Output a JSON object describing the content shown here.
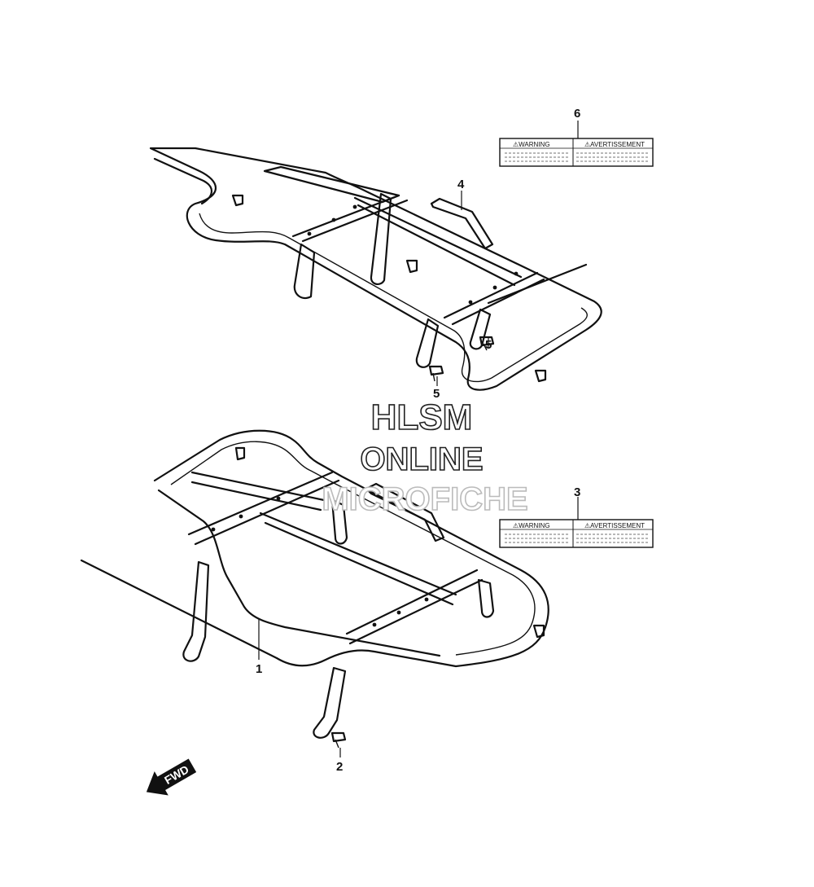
{
  "callouts": {
    "carrier_front": "1",
    "bolt_front": "2",
    "label_front": "3",
    "carrier_rear": "4",
    "bolt_rear_left": "5",
    "bolt_rear_right": "5",
    "label_rear": "6"
  },
  "labels": {
    "warning_en": "⚠WARNING",
    "warning_fr": "⚠AVERTISSEMENT"
  },
  "watermark": {
    "line1": "HLSM",
    "line2": "ONLINE",
    "line3": "MICROFICHE"
  },
  "fwd_arrow": {
    "text": "FWD",
    "icon": "arrow-left-down-icon"
  }
}
